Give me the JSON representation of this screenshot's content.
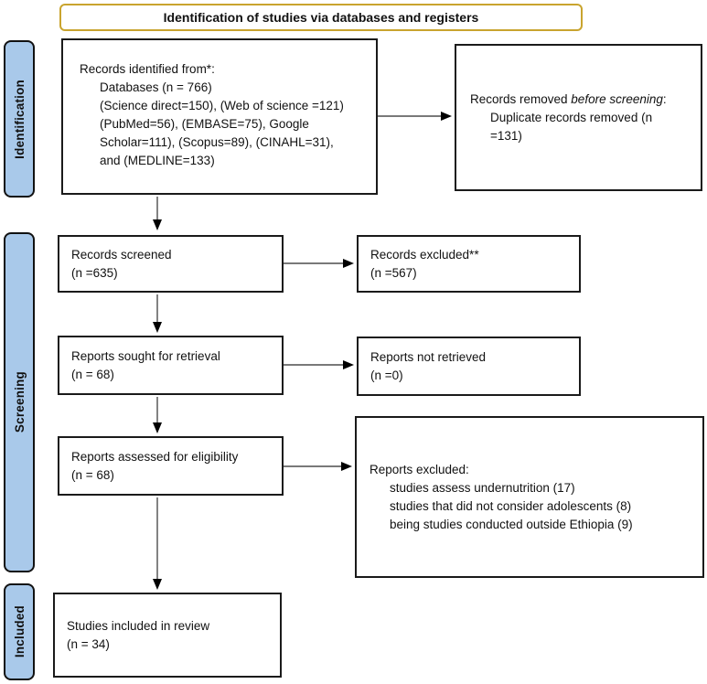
{
  "title": "Identification of studies via databases and registers",
  "stages": {
    "identification": "Identification",
    "screening": "Screening",
    "included": "Included"
  },
  "boxes": {
    "records_identified": {
      "lines": [
        "Records identified from*:",
        "Databases (n = 766)",
        "(Science direct=150), (Web of science =121)",
        "(PubMed=56), (EMBASE=75), Google",
        "Scholar=111), (Scopus=89), (CINAHL=31),",
        "and (MEDLINE=133)"
      ]
    },
    "records_removed": {
      "prefix": "Records removed ",
      "italic": "before screening",
      "suffix": ":",
      "lines": [
        "Duplicate records removed (n",
        "=131)"
      ]
    },
    "records_screened": {
      "lines": [
        "Records screened",
        "(n =635)"
      ]
    },
    "records_excluded": {
      "lines": [
        "Records excluded**",
        "(n =567)"
      ]
    },
    "reports_sought": {
      "lines": [
        "Reports sought for retrieval",
        "(n = 68)"
      ]
    },
    "reports_not_retrieved": {
      "lines": [
        "Reports not retrieved",
        "(n =0)"
      ]
    },
    "reports_assessed": {
      "lines": [
        "Reports assessed for eligibility",
        "(n = 68)"
      ]
    },
    "reports_excluded": {
      "lines": [
        "Reports excluded:",
        "studies assess undernutrition (17)",
        "studies that did not consider adolescents (8)",
        "being studies conducted outside Ethiopia (9)"
      ]
    },
    "studies_included": {
      "lines": [
        "Studies included in review",
        "(n = 34)"
      ]
    }
  },
  "colors": {
    "stage_fill": "#a9c9ea",
    "title_border": "#c9a42e",
    "box_border": "#1a1a1a",
    "arrow_line": "#4d4d4d",
    "arrow_head": "#000000"
  }
}
